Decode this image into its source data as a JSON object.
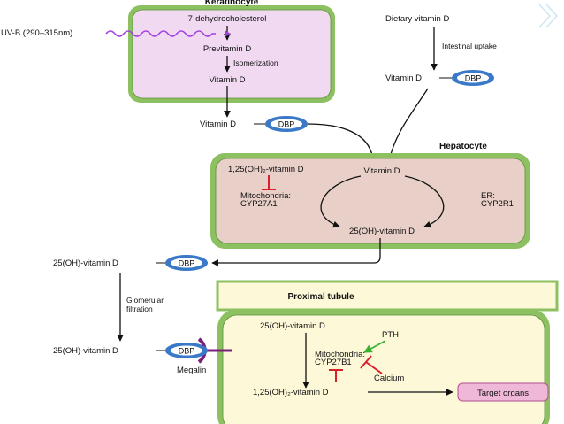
{
  "keratinocyte": {
    "title": "Keratinocyte",
    "compound1": "7-dehydrocholesterol",
    "compound2": "Previtamin D",
    "step": "Isomerization",
    "compound3": "Vitamin D"
  },
  "uvb_label": "UV-B (290–315nm)",
  "skin_vitamin_d": "Vitamin D",
  "dietary": {
    "label": "Dietary vitamin D",
    "uptake": "Intestinal uptake",
    "vitamin_d": "Vitamin D"
  },
  "dbp": "DBP",
  "hepatocyte": {
    "title": "Hepatocyte",
    "vitamin_d": "Vitamin D",
    "inhibitor": "1,25(OH)₂-vitamin D",
    "mito_line1": "Mitochondria:",
    "mito_line2": "CYP27A1",
    "er_line1": "ER:",
    "er_line2": "CYP2R1",
    "product": "25(OH)-vitamin D"
  },
  "circulating_25oh": "25(OH)-vitamin D",
  "glomerular": {
    "line1": "Glomerular",
    "line2": "filtration"
  },
  "filtered_25oh": "25(OH)-vitamin D",
  "megalin": "Megalin",
  "proximal": {
    "title": "Proximal tubule",
    "input": "25(OH)-vitamin D",
    "pth": "PTH",
    "mito_line1": "Mitochondria:",
    "mito_line2": "CYP27B1",
    "calcium": "Calcium",
    "product": "1,25(OH)₂-vitamin D"
  },
  "target": "Target organs",
  "colors": {
    "kera_fill": "#f2d9f2",
    "hepa_fill": "#e8cfc7",
    "cell_border": "#8cc060",
    "uv": "#a040e0",
    "dbp_fill": "#3a78c8",
    "megalin": "#7a1f7a",
    "inhibit": "#d9202a",
    "activate": "#38b030",
    "target_fill": "#f0b8d8",
    "tubule_fill": "#fcf8d8",
    "deco": "#cfe6f3"
  }
}
